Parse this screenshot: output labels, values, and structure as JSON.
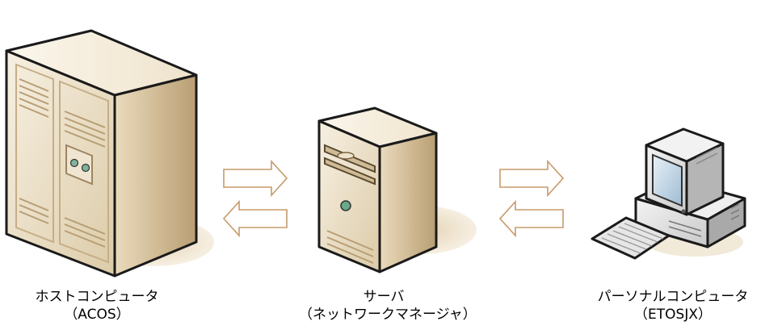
{
  "nodes": {
    "host": {
      "name": "ホストコンピュータ",
      "sub": "（ACOS）"
    },
    "server": {
      "name": "サーバ",
      "sub": "（ネットワークマネージャ）"
    },
    "pc": {
      "name": "パーソナルコンピュータ",
      "sub": "（ETOSJX）"
    }
  },
  "arrows": [
    {
      "from": "host",
      "to": "server"
    },
    {
      "from": "server",
      "to": "host"
    },
    {
      "from": "server",
      "to": "pc"
    },
    {
      "from": "pc",
      "to": "server"
    }
  ],
  "colors": {
    "case_light": "#f3ead8",
    "case_mid": "#e3d3b4",
    "case_dark": "#c9b28a",
    "outline": "#1a1a1a",
    "arrow_stroke": "#c79a6a",
    "shadow": "#e9dcc2",
    "led_green": "#6aa88a",
    "screen": "#b8d0e2"
  }
}
